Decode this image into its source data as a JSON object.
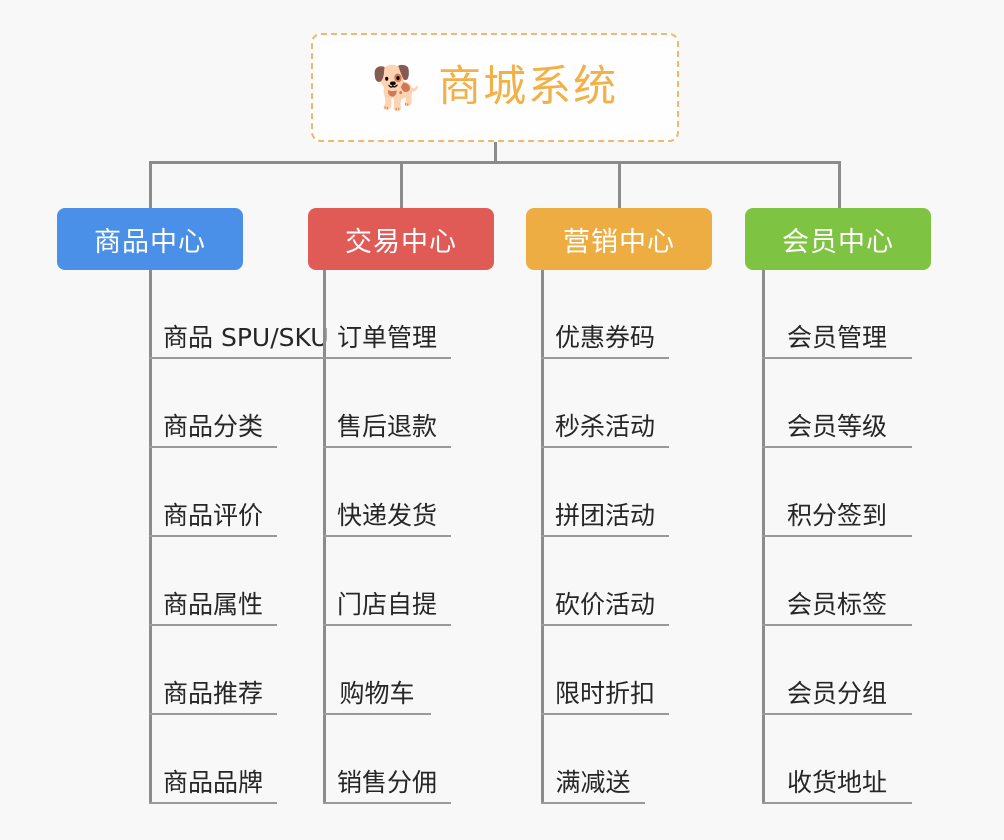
{
  "canvas": {
    "background": "#f8f8f8",
    "line_color": "#8c8c8c",
    "leaf_rule_color": "#9a9a9a",
    "leaf_text_color": "#262626"
  },
  "root": {
    "icon": "shiba-dog-face",
    "icon_glyph": "🐕",
    "title": "商城系统",
    "title_color": "#f2b046",
    "border_color": "#f0b86e",
    "border_style": "dashed",
    "background": "#fefefe"
  },
  "branches": [
    {
      "id": "product-center",
      "label": "商品中心",
      "color": "#4a90e8",
      "text_color": "#ffffff",
      "items": [
        "商品 SPU/SKU",
        "商品分类",
        "商品评价",
        "商品属性",
        "商品推荐",
        "商品品牌"
      ]
    },
    {
      "id": "trade-center",
      "label": "交易中心",
      "color": "#e05a56",
      "text_color": "#ffffff",
      "items": [
        "订单管理",
        "售后退款",
        "快递发货",
        "门店自提",
        "购物车",
        "销售分佣"
      ]
    },
    {
      "id": "marketing-center",
      "label": "营销中心",
      "color": "#eead42",
      "text_color": "#ffffff",
      "items": [
        "优惠券码",
        "秒杀活动",
        "拼团活动",
        "砍价活动",
        "限时折扣",
        "满减送"
      ]
    },
    {
      "id": "member-center",
      "label": "会员中心",
      "color": "#7ec342",
      "text_color": "#ffffff",
      "items": [
        "会员管理",
        "会员等级",
        "积分签到",
        "会员标签",
        "会员分组",
        "收货地址"
      ]
    }
  ]
}
